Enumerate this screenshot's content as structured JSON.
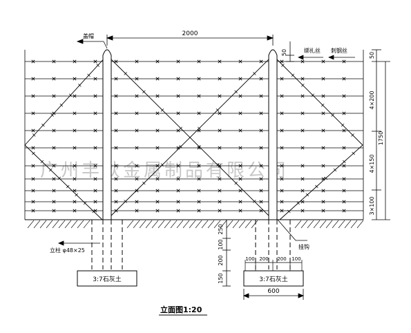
{
  "labels": {
    "cap_label": "盖帽",
    "span_dim": "2000",
    "gap_dim": "50",
    "tie_wire": "绑扎丝",
    "barbed_wire": "刺钢丝",
    "post_spec": "立柱 φ48×25",
    "hook": "挂钩",
    "footing_left": "3:7石灰土",
    "footing_right": "3:7石灰土",
    "footing_width": "600",
    "caption": "立面图1:20",
    "watermark": "广州丰耿金属制品有限公司"
  },
  "right_dims": [
    "50",
    "4×200",
    "1750",
    "4×150",
    "3×100"
  ],
  "footing_dims": [
    "250",
    "100",
    "200",
    "150"
  ],
  "footing_bottom_dims": [
    "100",
    "200",
    "200",
    "100"
  ],
  "colors": {
    "line": "#000000",
    "watermark": "#c8c8c8",
    "background": "#ffffff"
  }
}
